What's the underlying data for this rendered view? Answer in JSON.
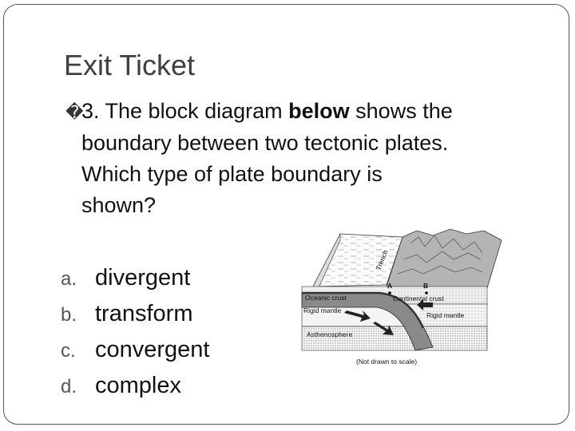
{
  "slide": {
    "title": "Exit Ticket",
    "question": {
      "bullet": "�",
      "line1_pre": "3. The block diagram ",
      "line1_bold": "below",
      "line1_post": " shows the",
      "line2": "boundary between two tectonic plates.",
      "line3": "Which type of plate boundary is",
      "line4": "shown?"
    },
    "options": [
      {
        "letter": "a.",
        "text": "divergent"
      },
      {
        "letter": "b.",
        "text": "transform"
      },
      {
        "letter": "c.",
        "text": "convergent"
      },
      {
        "letter": "d.",
        "text": "complex"
      }
    ]
  },
  "diagram": {
    "label_trench": "Trench",
    "label_a": "A",
    "label_b": "B",
    "label_oceanic_crust": "Oceanic crust",
    "label_continental_crust": "Continental crust",
    "label_rigid_mantle_left": "Rigid mantle",
    "label_rigid_mantle_right": "Rigid mantle",
    "label_asthenosphere": "Asthenosphere",
    "caption": "(Not drawn to scale)"
  },
  "colors": {
    "frame": "#555555",
    "title": "#404040",
    "text": "#111111",
    "option_letter": "#555555"
  }
}
